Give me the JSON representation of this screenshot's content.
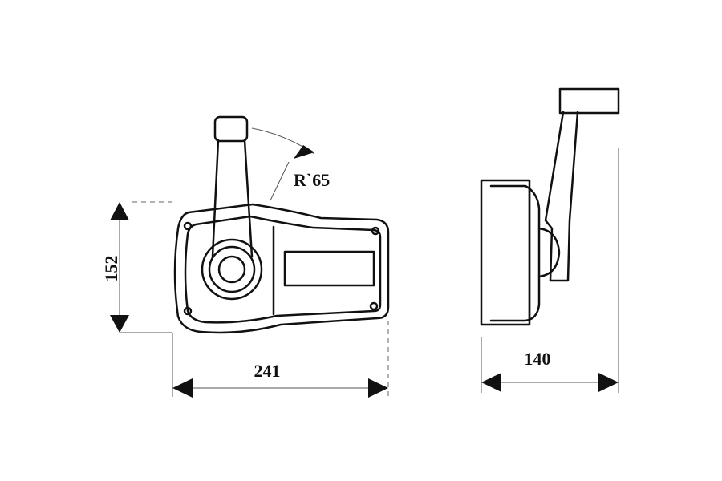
{
  "dimensions": {
    "height": "152",
    "width": "241",
    "radius": "R`65",
    "depth": "140"
  },
  "colors": {
    "line": "#111111",
    "background": "#ffffff"
  }
}
